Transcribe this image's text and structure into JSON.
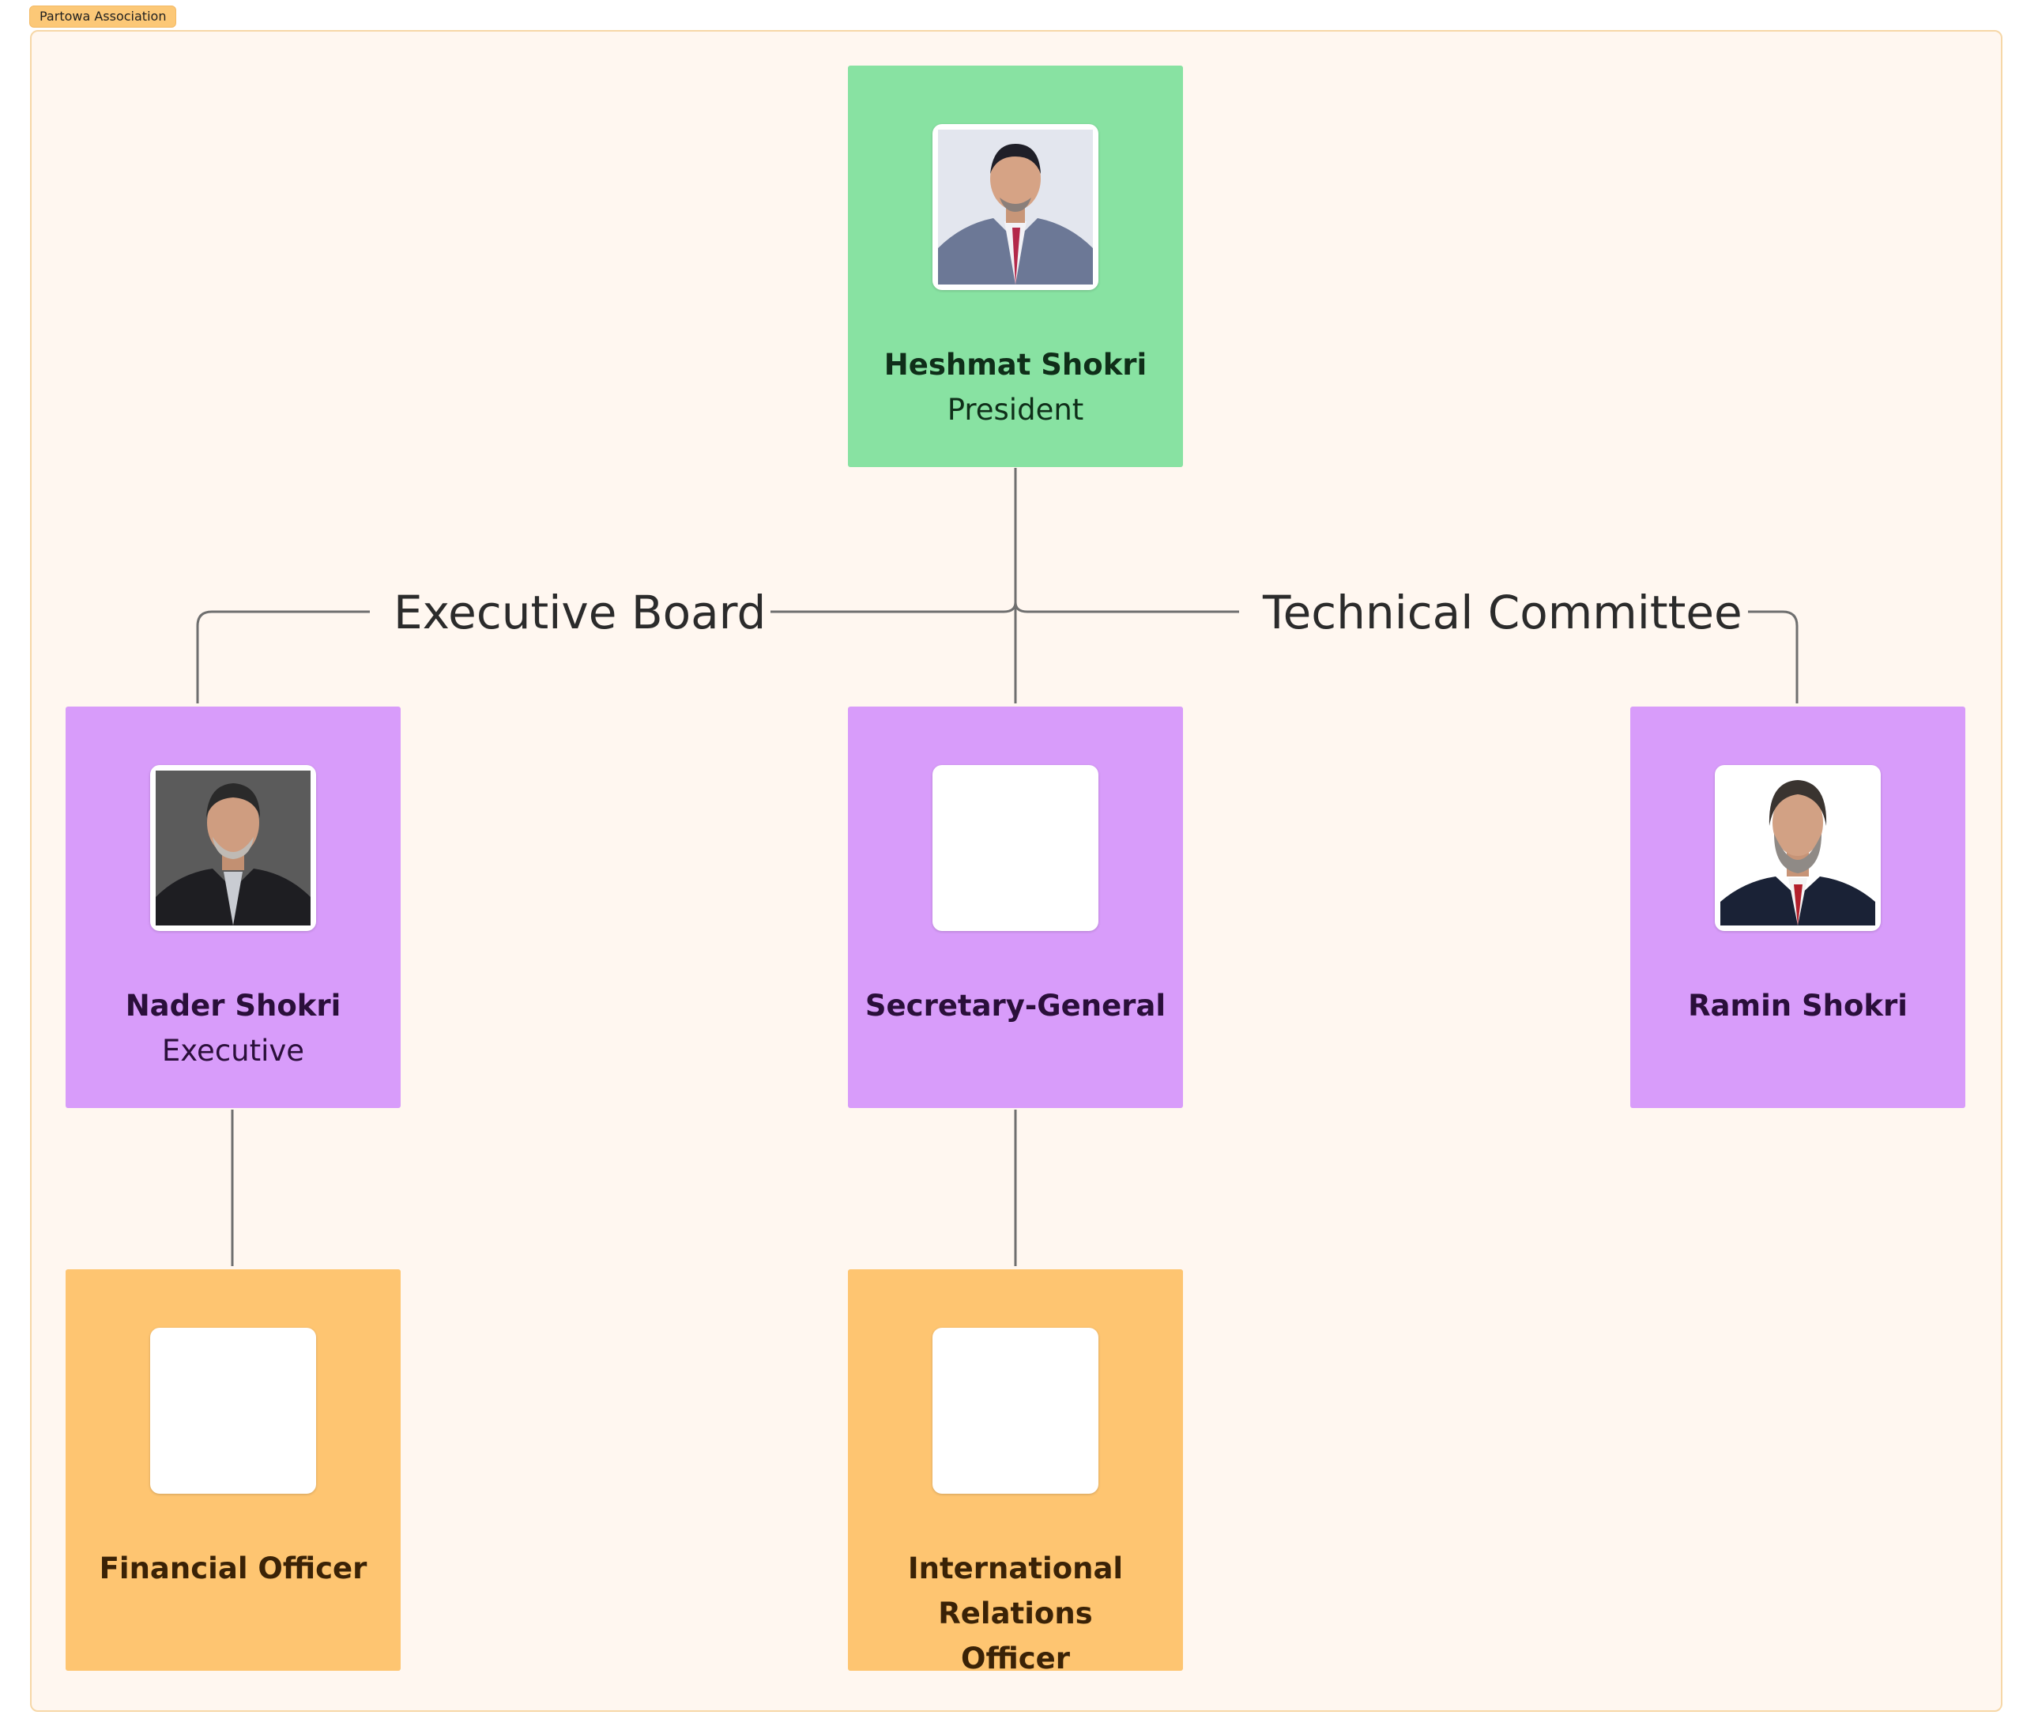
{
  "frame": {
    "title": "Partowa Association",
    "colors": {
      "frame_background": "#fff7f0",
      "frame_border": "#f6d7a7",
      "tab_background": "#fcc877",
      "connector": "#6f6f6f"
    }
  },
  "groups": {
    "executive_board": "Executive Board",
    "technical_committee": "Technical Committee"
  },
  "nodes": {
    "president": {
      "name": "Heshmat Shokri",
      "role": "President",
      "color": "#88e2a2",
      "photo": "portrait-grey-suit-striped-tie"
    },
    "executive": {
      "name": "Nader Shokri",
      "role": "Executive",
      "color": "#d89cfa",
      "photo": "portrait-dark-background"
    },
    "secretary_general": {
      "name": "Secretary-General",
      "role": "",
      "color": "#d89cfa",
      "photo": "empty-photo-placeholder"
    },
    "technical": {
      "name": "Ramin Shokri",
      "role": "",
      "color": "#d89cfa",
      "photo": "portrait-beard-red-tie"
    },
    "financial_officer": {
      "name": "Financial Officer",
      "role": "",
      "color": "#fec571",
      "photo": "empty-photo-placeholder"
    },
    "international_relations": {
      "name": "International Relations Officer",
      "role": "",
      "color": "#fec571",
      "photo": "empty-photo-placeholder"
    }
  },
  "edges": [
    {
      "from": "president",
      "to": "executive",
      "group": "executive_board"
    },
    {
      "from": "president",
      "to": "secretary_general"
    },
    {
      "from": "president",
      "to": "technical",
      "group": "technical_committee"
    },
    {
      "from": "executive",
      "to": "financial_officer"
    },
    {
      "from": "secretary_general",
      "to": "international_relations"
    }
  ]
}
